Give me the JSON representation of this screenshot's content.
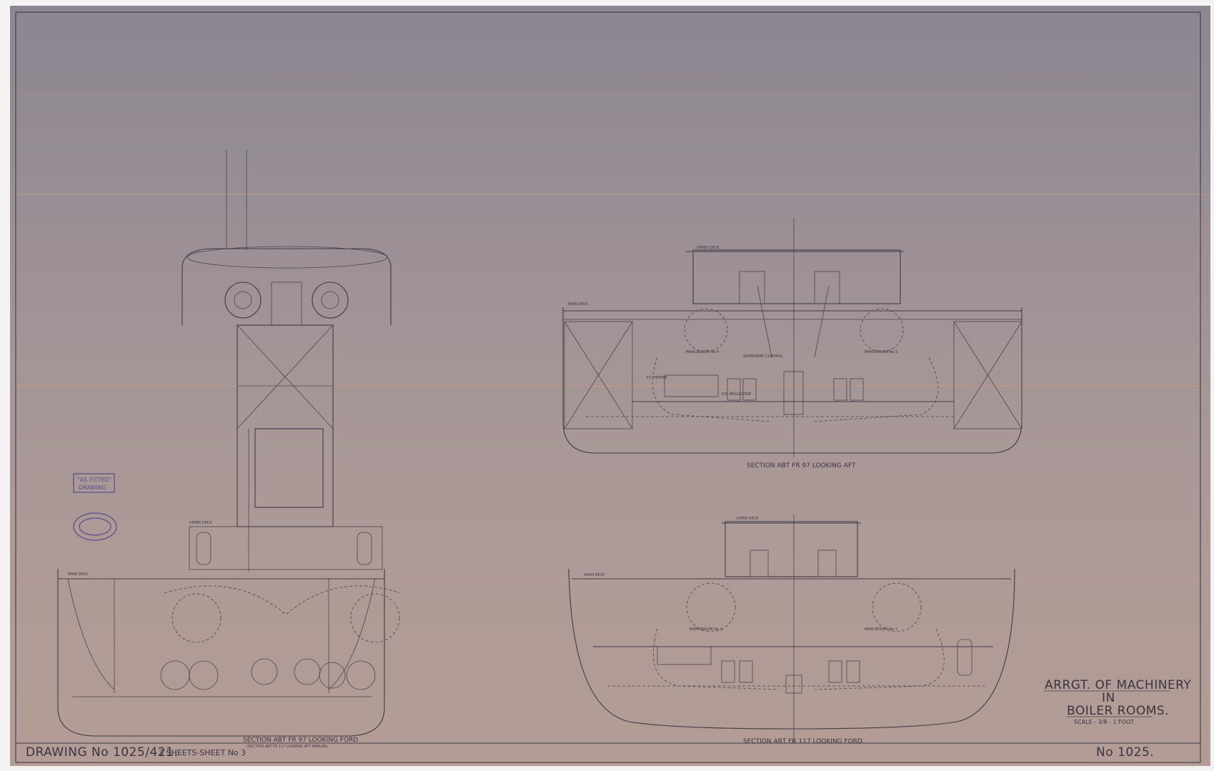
{
  "title_block": {
    "line1": "ARRGT. OF MACHINERY",
    "line2": "IN",
    "line3": "BOILER ROOMS.",
    "scale": "SCALE - 3/8 - 1 FOOT",
    "number": "No 1025."
  },
  "drawing_number": "DRAWING No 1025/421.",
  "sheets": "3 SHEETS-SHEET No 3",
  "stamp": {
    "line1": "\"AS FITTED\"",
    "line2": "DRAWING"
  },
  "sections": {
    "left": {
      "caption": "SECTION ABT FR 97 LOOKING FORD",
      "subcaption": "(SECTION ABT FR 117 LOOKING AFT SIMILAR)"
    },
    "upper_right": {
      "caption": "SECTION ABT FR 97 LOOKING AFT"
    },
    "lower_right": {
      "caption": "SECTION ABT FR 117 LOOKING FORD"
    }
  },
  "labels": {
    "main_deck": "MAIN DECK",
    "upper_deck": "UPPER DECK",
    "boiler_4": "MAIN BOILER No 4",
    "boiler_3": "MAIN BOILER No 3",
    "boiler_2": "MAIN BOILER No 2",
    "boiler_1": "MAIN BOILER No 1",
    "superheat": "SUPERHEAT CONTROL",
    "fo_regulator": "F.O. REGULATOR",
    "heater": "F.F. HEATER"
  },
  "colors": {
    "paper_top": "#8d8590",
    "paper_bottom": "#b39c95",
    "ink": "#403a48",
    "stamp": "#5a4f8a"
  }
}
